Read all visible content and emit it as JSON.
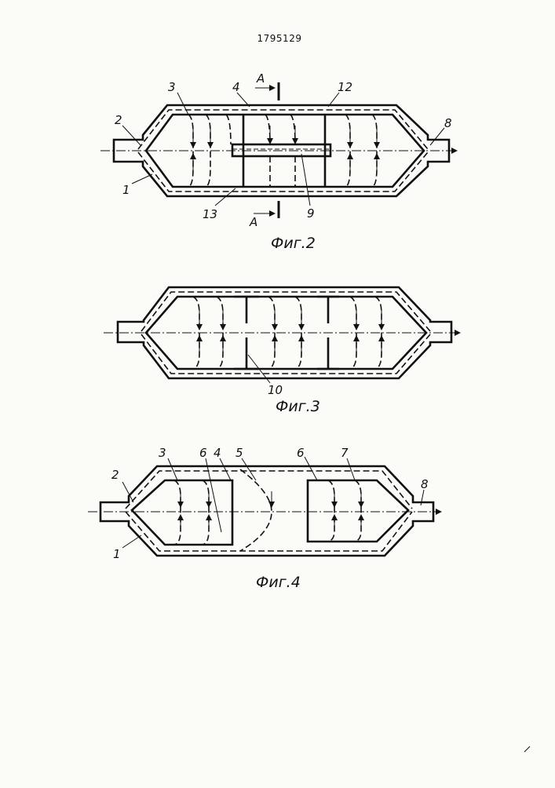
{
  "document": {
    "patent_number": "1795129"
  },
  "figures": [
    {
      "caption": "Фиг.2",
      "labels": [
        "3",
        "4",
        "12",
        "2",
        "8",
        "1",
        "13",
        "9"
      ],
      "section_marks": [
        "А",
        "А"
      ]
    },
    {
      "caption": "Фиг.3",
      "labels": [
        "10"
      ]
    },
    {
      "caption": "Фиг.4",
      "labels": [
        "3",
        "6",
        "4",
        "5",
        "6",
        "7",
        "2",
        "8",
        "1"
      ]
    }
  ]
}
